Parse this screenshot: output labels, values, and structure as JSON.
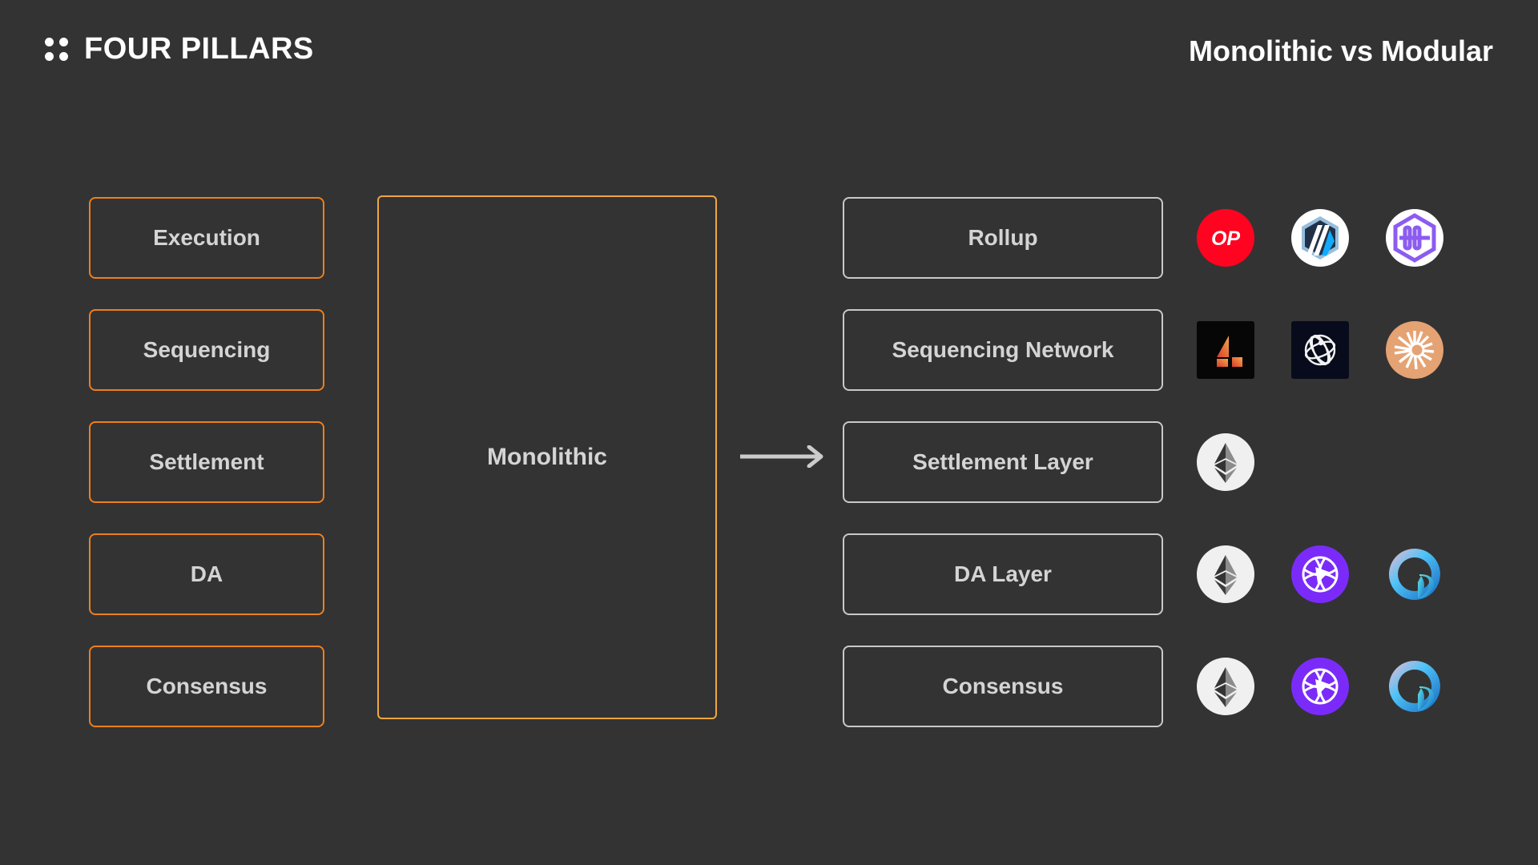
{
  "header": {
    "brand": "FOUR PILLARS",
    "brand_mark": "four-dot-grid",
    "title": "Monolithic vs Modular"
  },
  "colors": {
    "background": "#333333",
    "pillar_border": "#ef7f1a",
    "monolith_border": "#f0a63f",
    "layer_border": "#c9c9c9",
    "box_text": "#d4d4d4",
    "header_text": "#ffffff",
    "arrow": "#cccccc"
  },
  "pillars": [
    {
      "label": "Execution"
    },
    {
      "label": "Sequencing"
    },
    {
      "label": "Settlement"
    },
    {
      "label": "DA"
    },
    {
      "label": "Consensus"
    }
  ],
  "monolithic": {
    "label": "Monolithic"
  },
  "arrow": {
    "name": "right-arrow",
    "direction": "right"
  },
  "layers": [
    {
      "label": "Rollup",
      "logos": [
        {
          "name": "optimism-logo",
          "text": "OP",
          "color": "#ff0420"
        },
        {
          "name": "arbitrum-logo",
          "color": "#2d374b"
        },
        {
          "name": "zksync-logo",
          "color": "#8c5cf0"
        }
      ]
    },
    {
      "label": "Sequencing Network",
      "logos": [
        {
          "name": "astria-logo",
          "color": "#0a0a0a"
        },
        {
          "name": "espresso-logo",
          "color": "#070b1c"
        },
        {
          "name": "radius-logo",
          "color": "#e5a272"
        }
      ]
    },
    {
      "label": "Settlement Layer",
      "logos": [
        {
          "name": "ethereum-logo",
          "color": "#f0f0f0"
        }
      ]
    },
    {
      "label": "DA Layer",
      "logos": [
        {
          "name": "ethereum-logo",
          "color": "#f0f0f0"
        },
        {
          "name": "celestia-logo",
          "color": "#7b2bf9"
        },
        {
          "name": "eigenda-logo",
          "color": "#1a8fe3"
        }
      ]
    },
    {
      "label": "Consensus",
      "logos": [
        {
          "name": "ethereum-logo",
          "color": "#f0f0f0"
        },
        {
          "name": "celestia-logo",
          "color": "#7b2bf9"
        },
        {
          "name": "eigenda-logo",
          "color": "#1a8fe3"
        }
      ]
    }
  ]
}
